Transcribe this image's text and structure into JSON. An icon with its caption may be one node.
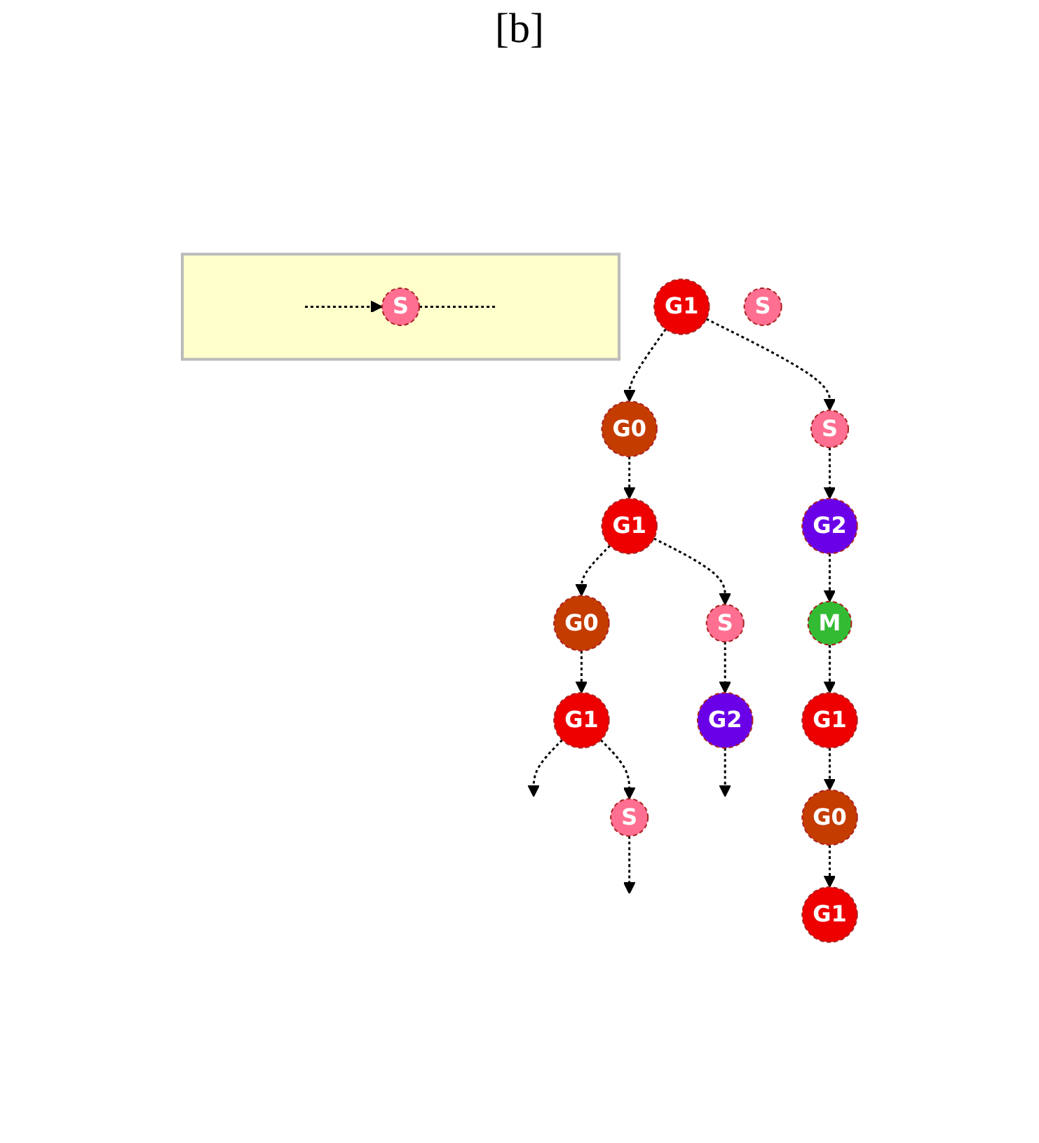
{
  "diagram": {
    "nodes": [
      {
        "text": [],
        "shape": "box"
      },
      {
        "text": [
          "S"
        ],
        "in": 0
      },
      {
        "text": [
          "G1"
        ]
      },
      {
        "text": [
          "G0"
        ]
      },
      {
        "text": [
          "S"
        ]
      },
      {
        "text": [
          "G1"
        ]
      },
      {
        "text": [
          "G0"
        ]
      },
      {
        "text": [
          "S"
        ]
      },
      {
        "text": [
          "G1"
        ]
      },
      {
        "text": [
          "G2"
        ]
      },
      {
        "text": [
          "S"
        ]
      },
      {
        "text": [
          "G2"
        ]
      },
      {
        "text": [
          "M"
        ]
      },
      {
        "text": [
          "G1"
        ]
      },
      {
        "text": [
          "G0"
        ]
      },
      {
        "text": [
          "G1"
        ]
      },
      {
        "text": [
          "S"
        ]
      }
    ],
    "edges": [
      {
        "from": null,
        "to": 1,
        "arrow": "to",
        "style": "dashed"
      },
      {
        "from": 1,
        "to": null,
        "arrow": "none",
        "style": "dashed"
      },
      {
        "from": 2,
        "to": 3,
        "arrow": "to",
        "style": "dashed"
      },
      {
        "from": 2,
        "to": 4,
        "arrow": "to",
        "style": "dashed"
      },
      {
        "from": 3,
        "to": 5,
        "arrow": "to",
        "style": "dashed"
      },
      {
        "from": 5,
        "to": 6,
        "arrow": "to",
        "style": "dashed"
      },
      {
        "from": 5,
        "to": 7,
        "arrow": "to",
        "style": "dashed"
      },
      {
        "from": 6,
        "to": 8,
        "arrow": "to",
        "style": "dashed"
      },
      {
        "from": 7,
        "to": 9,
        "arrow": "to",
        "style": "dashed"
      },
      {
        "from": 8,
        "to": null,
        "arrow": "to",
        "style": "dashed"
      },
      {
        "from": 8,
        "to": 10,
        "arrow": "to",
        "style": "dashed"
      },
      {
        "from": 10,
        "to": null,
        "arrow": "to",
        "style": "dashed"
      },
      {
        "from": 9,
        "to": null,
        "arrow": "to",
        "style": "dashed"
      },
      {
        "from": 4,
        "to": 11,
        "arrow": "to",
        "style": "dashed"
      },
      {
        "from": 11,
        "to": 12,
        "arrow": "to",
        "style": "dashed"
      },
      {
        "from": 12,
        "to": 13,
        "arrow": "to",
        "style": "dashed"
      },
      {
        "from": 13,
        "to": 14,
        "arrow": "to",
        "style": "dashed"
      },
      {
        "from": 14,
        "to": 15,
        "arrow": "to",
        "style": "dashed"
      }
    ],
    "labels": [
      "[b]"
    ]
  }
}
